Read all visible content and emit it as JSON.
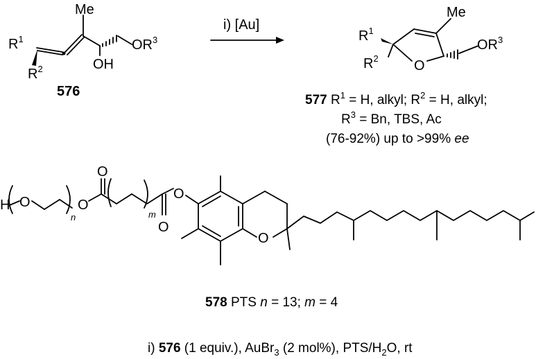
{
  "reactant": {
    "label": "576",
    "r1": "R",
    "r1_sup": "1",
    "r2": "R",
    "r2_sup": "2",
    "methyl": "Me",
    "hydroxyl": "OH",
    "ether": "OR",
    "ether_sup": "3"
  },
  "arrow": {
    "condition": "i) [Au]"
  },
  "product": {
    "r1": "R",
    "r1_sup": "1",
    "r2": "R",
    "r2_sup": "2",
    "methyl": "Me",
    "ring_oxygen": "O",
    "ether": "OR",
    "ether_sup": "3",
    "label": "577",
    "line1_a": " R",
    "line1_a_sup": "1",
    "line1_b": " = H, alkyl; R",
    "line1_b_sup": "2",
    "line1_c": " = H, alkyl;",
    "line2_a": "R",
    "line2_a_sup": "3",
    "line2_b": " = Bn, TBS, Ac",
    "line3_a": "(76-92%) up to >99% ",
    "line3_b": "ee"
  },
  "surfactant": {
    "h": "H",
    "o_peg": "O",
    "o_ester1_single": "O",
    "o_ester1_double": "O",
    "o_ester2_single": "O",
    "o_ester2_double": "O",
    "o_aryl": "O",
    "o_ring": "O",
    "n": "n",
    "m": "m",
    "label": "578",
    "caption_a": " PTS ",
    "caption_n": "n",
    "caption_b": " = 13; ",
    "caption_m": "m",
    "caption_c": " = 4"
  },
  "footnote": {
    "a": "i) ",
    "label": "576",
    "b": " (1 equiv.), AuBr",
    "sub": "3",
    "c": " (2 mol%), PTS/H",
    "sub2": "2",
    "d": "O, rt"
  }
}
